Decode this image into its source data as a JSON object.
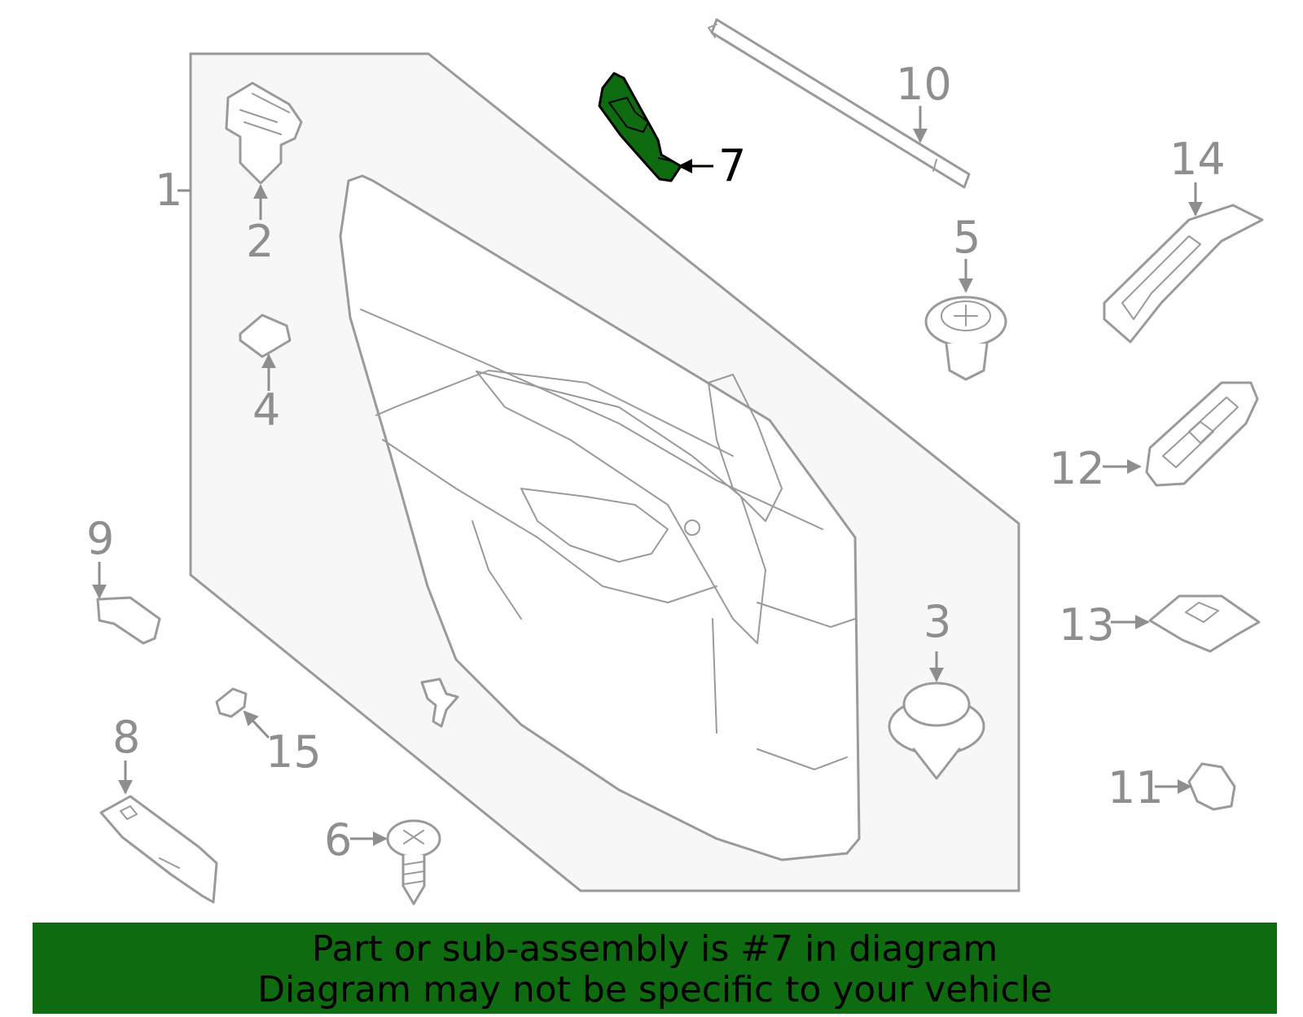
{
  "diagram": {
    "highlight_color": "#0f6b0f",
    "highlighted_part": "7",
    "callouts": [
      {
        "id": "c1",
        "label": "1"
      },
      {
        "id": "c2",
        "label": "2"
      },
      {
        "id": "c3",
        "label": "3"
      },
      {
        "id": "c4",
        "label": "4"
      },
      {
        "id": "c5",
        "label": "5"
      },
      {
        "id": "c6",
        "label": "6"
      },
      {
        "id": "c7",
        "label": "7"
      },
      {
        "id": "c8",
        "label": "8"
      },
      {
        "id": "c9",
        "label": "9"
      },
      {
        "id": "c10",
        "label": "10"
      },
      {
        "id": "c11",
        "label": "11"
      },
      {
        "id": "c12",
        "label": "12"
      },
      {
        "id": "c13",
        "label": "13"
      },
      {
        "id": "c14",
        "label": "14"
      },
      {
        "id": "c15",
        "label": "15"
      }
    ]
  },
  "banner": {
    "line1": "Part or sub-assembly is #7 in diagram",
    "line2": "Diagram may not be specific to your vehicle",
    "background": "#0f6b0f"
  }
}
